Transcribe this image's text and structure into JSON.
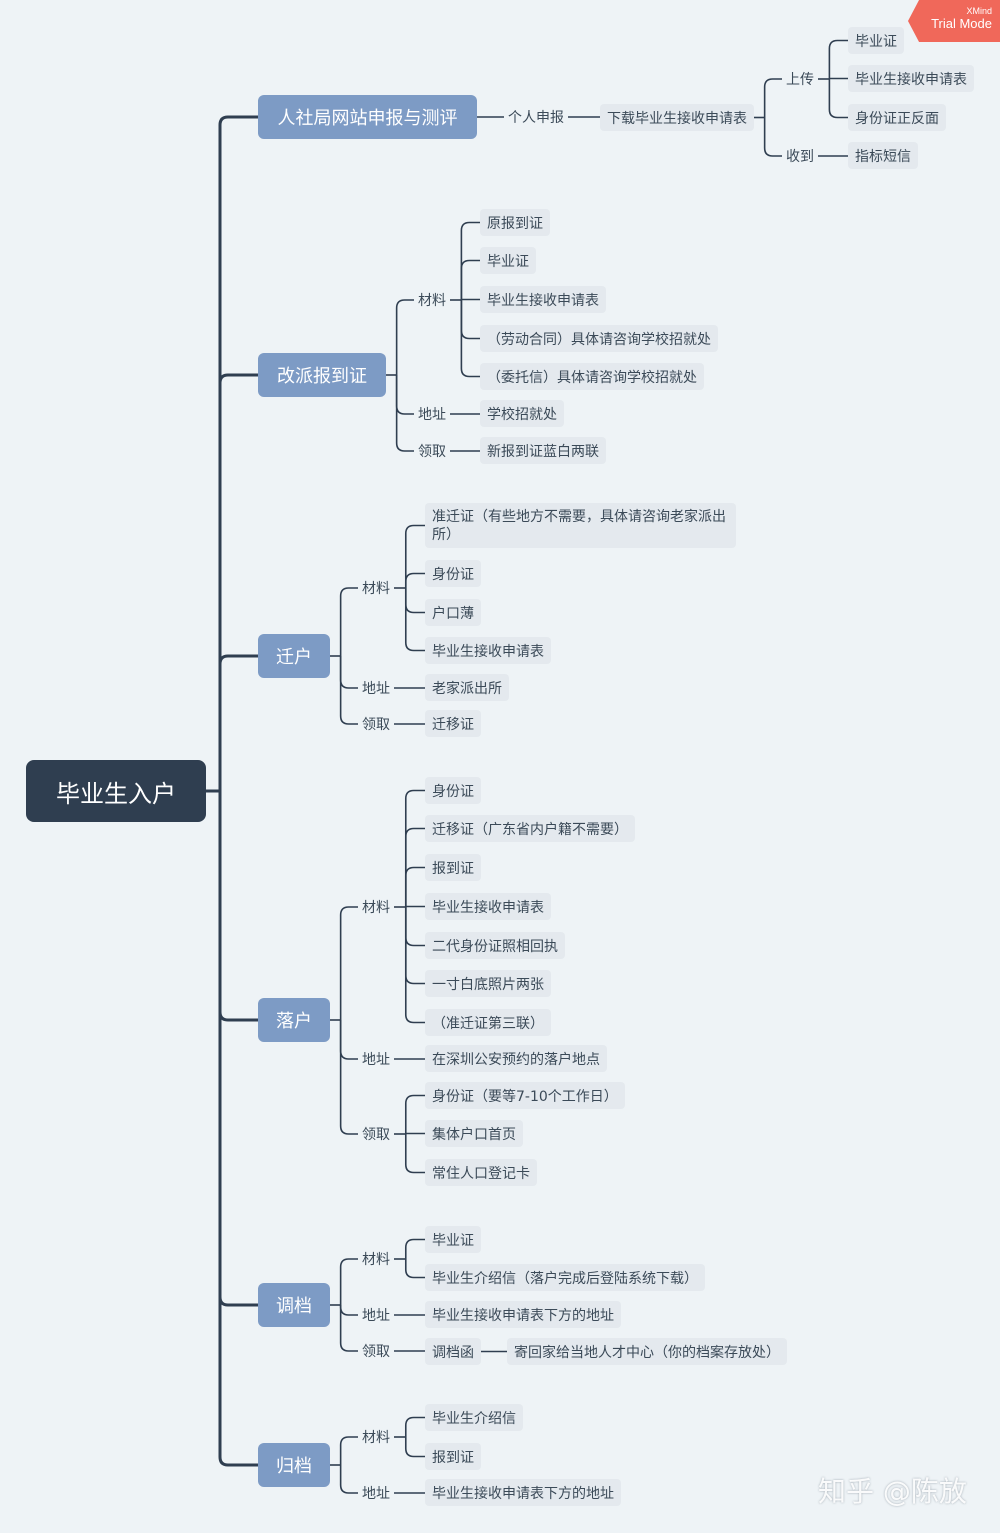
{
  "diagram": {
    "root": "毕业生入户",
    "branches": [
      {
        "label": "人社局网站申报与测评",
        "sub": [
          {
            "label": "个人申报",
            "items": [
              {
                "label": "下载毕业生接收申请表",
                "items": [
                  {
                    "label": "上传",
                    "items": [
                      "毕业证",
                      "毕业生接收申请表",
                      "身份证正反面"
                    ]
                  },
                  {
                    "label": "收到",
                    "items": [
                      "指标短信"
                    ]
                  }
                ]
              }
            ]
          }
        ]
      },
      {
        "label": "改派报到证",
        "sub": [
          {
            "label": "材料",
            "items": [
              "原报到证",
              "毕业证",
              "毕业生接收申请表",
              "（劳动合同）具体请咨询学校招就处",
              "（委托信）具体请咨询学校招就处"
            ]
          },
          {
            "label": "地址",
            "items": [
              "学校招就处"
            ]
          },
          {
            "label": "领取",
            "items": [
              "新报到证蓝白两联"
            ]
          }
        ]
      },
      {
        "label": "迁户",
        "sub": [
          {
            "label": "材料",
            "items": [
              "准迁证（有些地方不需要，具体请咨询老家派出所）",
              "身份证",
              "户口薄",
              "毕业生接收申请表"
            ]
          },
          {
            "label": "地址",
            "items": [
              "老家派出所"
            ]
          },
          {
            "label": "领取",
            "items": [
              "迁移证"
            ]
          }
        ]
      },
      {
        "label": "落户",
        "sub": [
          {
            "label": "材料",
            "items": [
              "身份证",
              "迁移证（广东省内户籍不需要）",
              "报到证",
              "毕业生接收申请表",
              "二代身份证照相回执",
              "一寸白底照片两张",
              "（准迁证第三联）"
            ]
          },
          {
            "label": "地址",
            "items": [
              "在深圳公安预约的落户地点"
            ]
          },
          {
            "label": "领取",
            "items": [
              "身份证（要等7-10个工作日）",
              "集体户口首页",
              "常住人口登记卡"
            ]
          }
        ]
      },
      {
        "label": "调档",
        "sub": [
          {
            "label": "材料",
            "items": [
              "毕业证",
              "毕业生介绍信（落户完成后登陆系统下载）"
            ]
          },
          {
            "label": "地址",
            "items": [
              "毕业生接收申请表下方的地址"
            ]
          },
          {
            "label": "领取",
            "items": [
              {
                "label": "调档函",
                "items": [
                  "寄回家给当地人才中心（你的档案存放处）"
                ]
              }
            ]
          }
        ]
      },
      {
        "label": "归档",
        "sub": [
          {
            "label": "材料",
            "items": [
              "毕业生介绍信",
              "报到证"
            ]
          },
          {
            "label": "地址",
            "items": [
              "毕业生接收申请表下方的地址"
            ]
          }
        ]
      }
    ]
  },
  "badge": {
    "line1": "XMind",
    "line2": "Trial Mode"
  },
  "watermark": "知乎 @陈放",
  "colors": {
    "root": "#2f3e50",
    "main": "#7d9bc5",
    "leaf": "#e4e9ee",
    "line": "#2f3e50",
    "badge": "#f0685a"
  }
}
